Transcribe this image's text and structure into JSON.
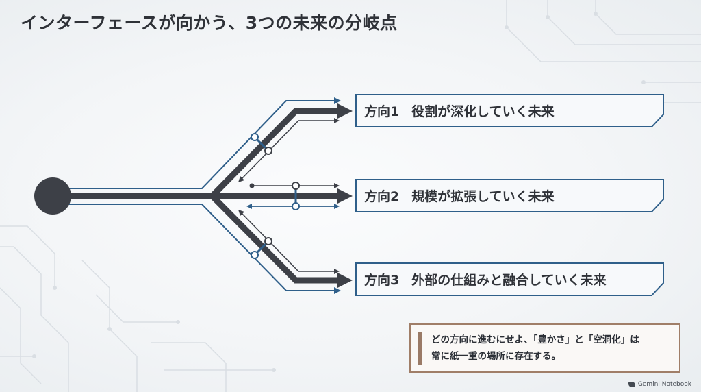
{
  "header": {
    "title": "インターフェースが向かう、3つの未来の分岐点"
  },
  "directions": [
    {
      "label": "方向1",
      "text": "役割が深化していく未来"
    },
    {
      "label": "方向2",
      "text": "規模が拡張していく未来"
    },
    {
      "label": "方向3",
      "text": "外部の仕組みと融合していく未来"
    }
  ],
  "note": {
    "line1": "どの方向に進むにせよ、「豊かさ」と「空洞化」は",
    "line2": "常に紙一重の場所に存在する。"
  },
  "brand": {
    "name": "Gemini Notebook",
    "icon": "gemini-notebook-icon"
  },
  "colors": {
    "main_track": "#3d4047",
    "blue_track": "#2f5f8a",
    "box_border": "#2f5f8a",
    "note_border": "#a07e68"
  }
}
